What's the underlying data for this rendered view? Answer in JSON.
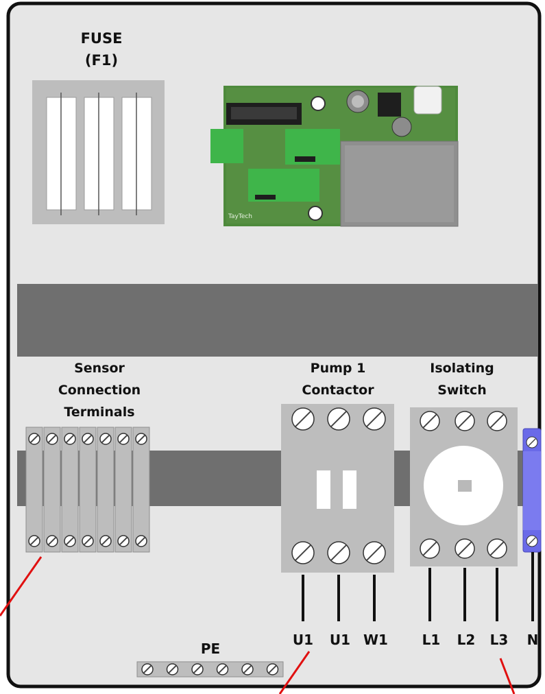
{
  "fuse": {
    "title": "FUSE",
    "ref": "(F1)"
  },
  "pcb": {
    "brand_text": "TayTech"
  },
  "sensor_terminals": {
    "label_lines": [
      "Sensor",
      "Connection",
      "Terminals"
    ],
    "count": 7
  },
  "contactor": {
    "label_lines": [
      "Pump 1",
      "Contactor"
    ]
  },
  "isolator": {
    "label_lines": [
      "Isolating",
      "Switch"
    ]
  },
  "wire_labels": [
    "U1",
    "U1",
    "W1",
    "L1",
    "L2",
    "L3",
    "N"
  ],
  "pe": {
    "label": "PE",
    "terminal_count": 6
  },
  "colors": {
    "enclosure_border": "#111111",
    "enclosure_fill": "#e6e6e6",
    "din_rail": "#6f6f6f",
    "component_grey": "#b9b9b9",
    "pcb_green": "#4e8a3c",
    "neutral_terminal": "#6a6ae8",
    "pointer_red": "#e01010"
  }
}
